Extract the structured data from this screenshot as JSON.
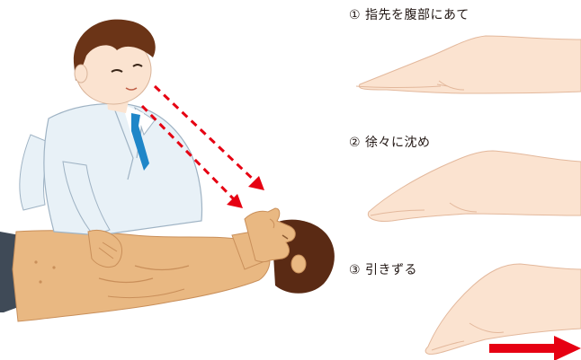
{
  "steps": [
    {
      "label": "① 指先を腹部にあて"
    },
    {
      "label": "② 徐々に沈め"
    },
    {
      "label": "③ 引きずる"
    }
  ],
  "colors": {
    "arrow_red": "#e60012",
    "skin_patient": "#e9b882",
    "skin_hand": "#fbe3d0",
    "hair": "#5a2a14",
    "coat": "#e8f1f7",
    "tie": "#1f86c8",
    "pants": "#3f4a57"
  }
}
